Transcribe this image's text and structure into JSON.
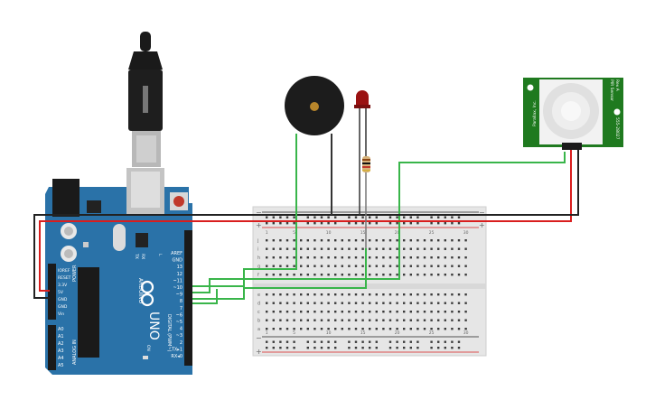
{
  "colors": {
    "board": "#2a72a8",
    "wire_green": "#39b54a",
    "wire_red": "#d91e1e",
    "wire_black": "#222222",
    "breadboard": "#e6e6e6",
    "pir_pcb": "#1f7a1f"
  },
  "arduino": {
    "brand": "ARDUINO",
    "model": "UNO",
    "power_header": "POWER",
    "analog_header": "ANALOG IN",
    "digital_header": "DIGITAL (PWM~)",
    "led_on": "ON",
    "led_tx": "TX",
    "led_rx": "RX",
    "led_l": "L",
    "power_pins": [
      "IOREF",
      "RESET",
      "3.3V",
      "5V",
      "GND",
      "GND",
      "Vin"
    ],
    "analog_pins": [
      "A0",
      "A1",
      "A2",
      "A3",
      "A4",
      "A5"
    ],
    "digital_pins": [
      "AREF",
      "GND",
      "13",
      "12",
      "~11",
      "~10",
      "~9",
      "8",
      "7",
      "~6",
      "~5",
      "4",
      "~3",
      "2",
      "TX▸1",
      "RX◂0"
    ]
  },
  "breadboard": {
    "plus": "+",
    "minus": "−",
    "rows_top": [
      "j",
      "i",
      "h",
      "g",
      "f"
    ],
    "rows_bottom": [
      "e",
      "d",
      "c",
      "b",
      "a"
    ],
    "col_numbers": [
      "1",
      "5",
      "10",
      "15",
      "20",
      "25",
      "30"
    ]
  },
  "pir": {
    "label_a": "PIR Sensor",
    "label_b": "Rev A",
    "label_c": "555-28027",
    "label_d": "Parallax, Inc."
  }
}
